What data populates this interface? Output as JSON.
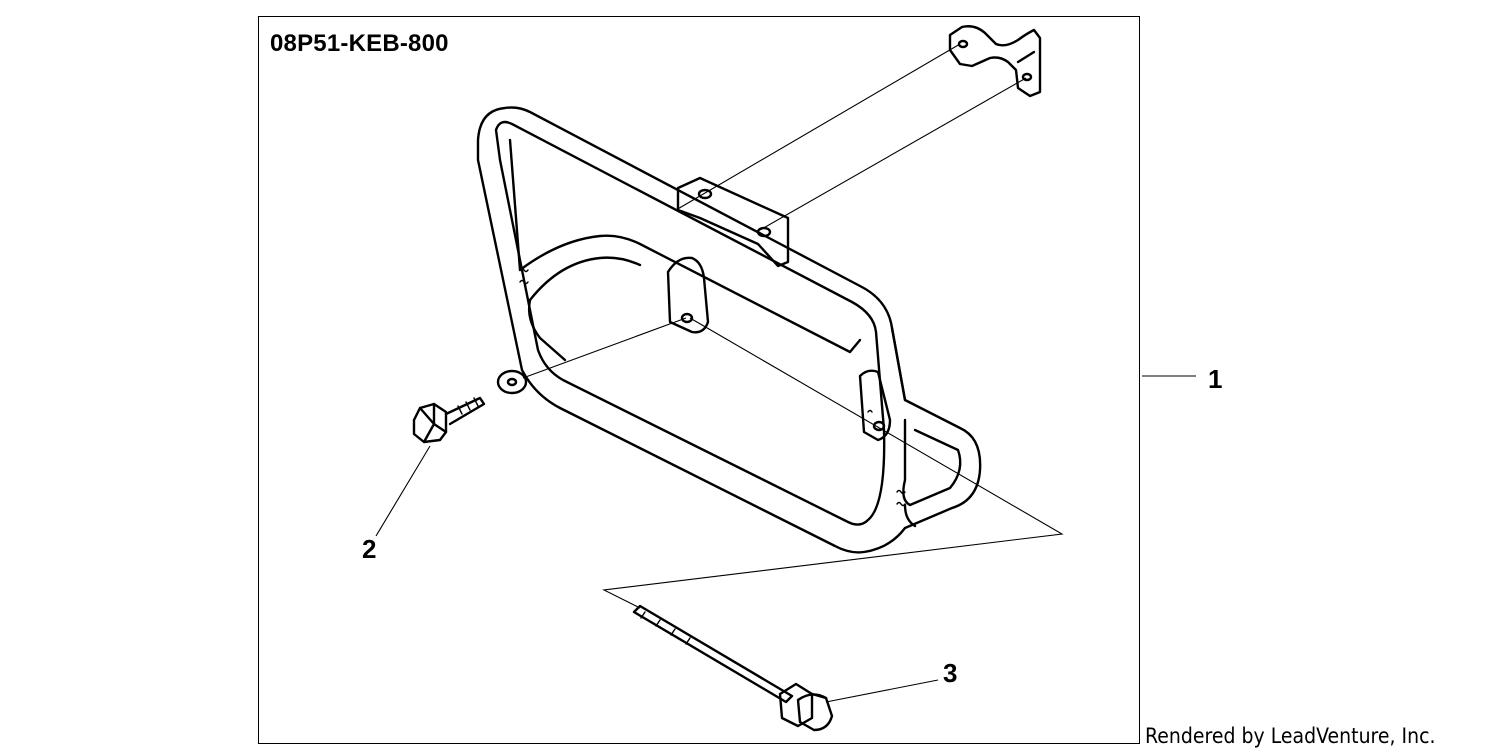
{
  "diagram": {
    "part_number": "08P51-KEB-800",
    "callouts": [
      {
        "label": "1",
        "part": "guard-frame-assembly"
      },
      {
        "label": "2",
        "part": "flange-bolt-short"
      },
      {
        "label": "3",
        "part": "flange-bolt-long"
      }
    ],
    "credit": "Rendered by LeadVenture, Inc.",
    "colors": {
      "line": "#000000",
      "background": "#ffffff"
    }
  }
}
